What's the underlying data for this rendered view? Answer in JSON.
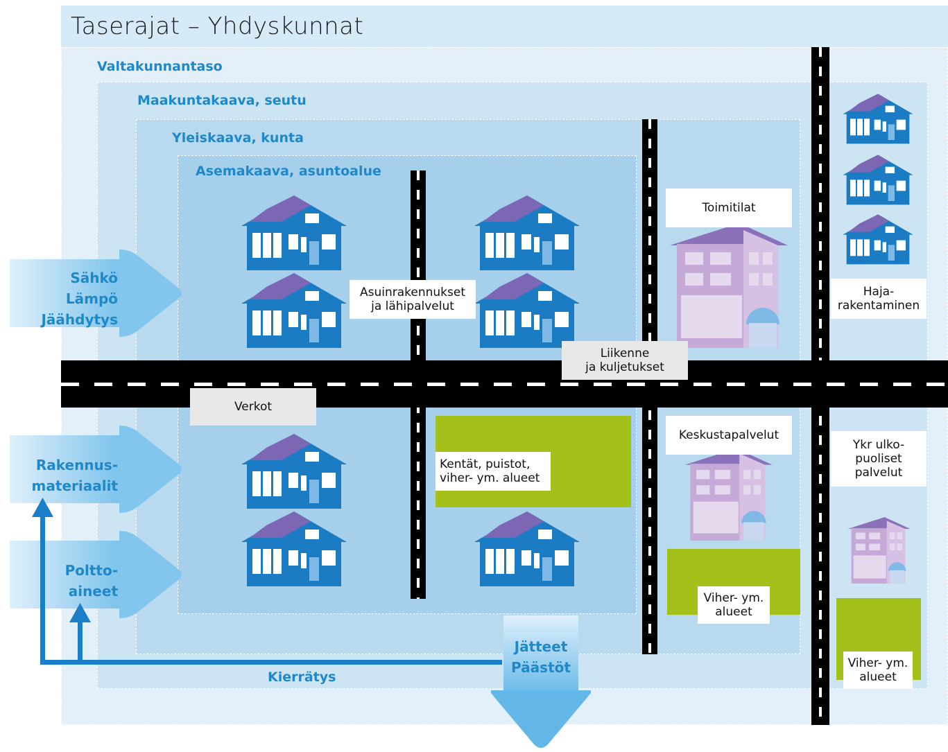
{
  "title": "Taserajat – Yhdyskunnat",
  "zones": {
    "national": "Valtakunnantaso",
    "regional": "Maakuntakaava, seutu",
    "master": "Yleiskaava, kunta",
    "detailed": "Asemakaava, asuntoalue"
  },
  "inputs": {
    "energy": [
      "Sähkö",
      "Lämpö",
      "Jäähdytys"
    ],
    "materials": [
      "Rakennus-",
      "materiaalit"
    ],
    "fuels": [
      "Poltto-",
      "aineet"
    ]
  },
  "outputs": [
    "Jätteet",
    "Päästöt"
  ],
  "recycling": "Kierrätys",
  "labels": {
    "residential": [
      "Asuinrakennukset",
      "ja lähipalvelut"
    ],
    "traffic": [
      "Liikenne",
      "ja kuljetukset"
    ],
    "networks": "Verkot",
    "business": "Toimitilat",
    "scattered": [
      "Haja-",
      "rakentaminen"
    ],
    "parks": [
      "Kentät, puistot,",
      "viher- ym. alueet"
    ],
    "center": "Keskustapalvelut",
    "green1": [
      "Viher- ym.",
      "alueet"
    ],
    "outside": [
      "Ykr ulko-",
      "puoliset",
      "palvelut"
    ],
    "green2": [
      "Viher- ym.",
      "alueet"
    ]
  },
  "colors": {
    "house": "#1b7cc4",
    "roof": "#7b67b3",
    "building": "#c5aad8",
    "green": "#a3c01b",
    "accent": "#1e88c9"
  }
}
